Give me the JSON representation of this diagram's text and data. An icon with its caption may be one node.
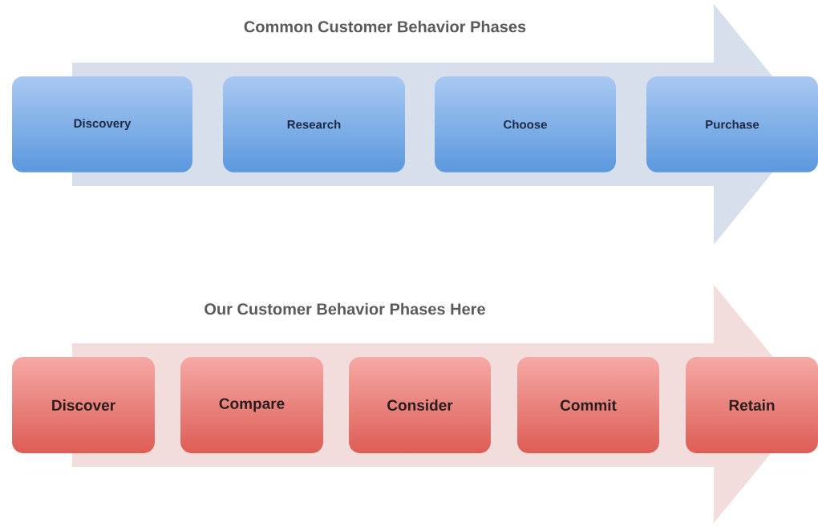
{
  "diagram": {
    "nodes": [
      {
        "text": [
          "Common Customer Behavior Phases"
        ]
      },
      {
        "text": [
          "Discovery"
        ],
        "in": 0
      },
      {
        "text": [
          "Research"
        ],
        "in": 0
      },
      {
        "text": [
          "Choose"
        ],
        "in": 0
      },
      {
        "text": [
          "Purchase"
        ],
        "in": 0
      },
      {
        "text": [
          "Our Customer Behavior Phases Here"
        ]
      },
      {
        "text": [
          "Discover"
        ],
        "in": 5
      },
      {
        "text": [
          "Compare"
        ],
        "in": 5
      },
      {
        "text": [
          "Consider"
        ],
        "in": 5
      },
      {
        "text": [
          "Commit"
        ],
        "in": 5
      },
      {
        "text": [
          "Retain"
        ],
        "in": 5
      }
    ]
  }
}
